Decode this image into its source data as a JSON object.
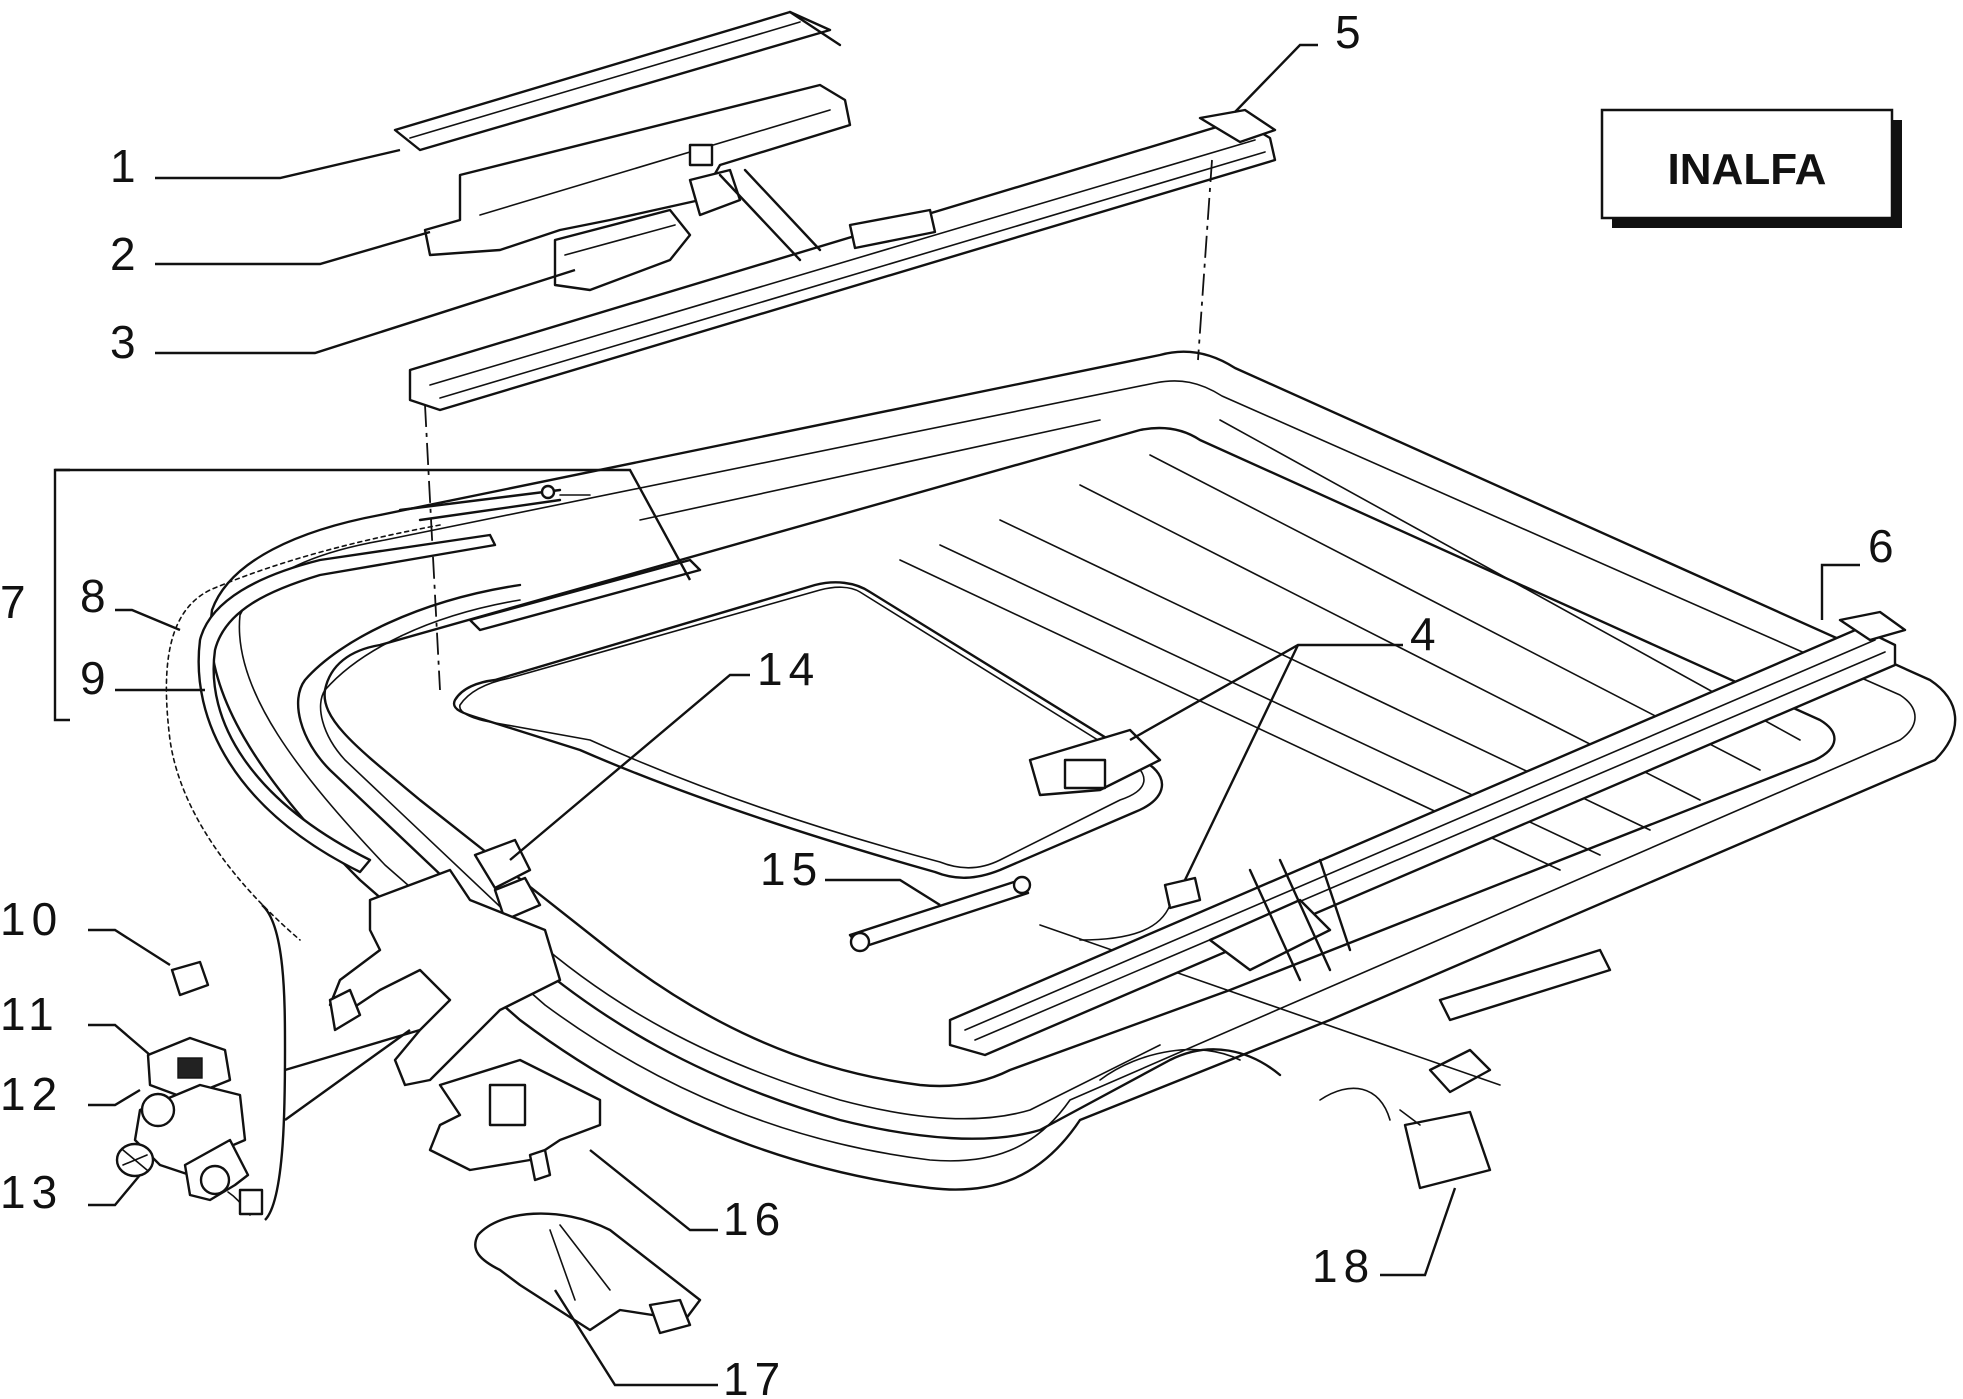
{
  "brand": {
    "label": "INALFA"
  },
  "callouts": {
    "c1": "1",
    "c2": "2",
    "c3": "3",
    "c4": "4",
    "c5": "5",
    "c6": "6",
    "c7": "7",
    "c8": "8",
    "c9": "9",
    "c10": "10",
    "c11": "11",
    "c12": "12",
    "c13": "13",
    "c14": "14",
    "c15": "15",
    "c16": "16",
    "c17": "17",
    "c18": "18"
  },
  "colors": {
    "ink": "#111111",
    "paper": "#ffffff"
  }
}
